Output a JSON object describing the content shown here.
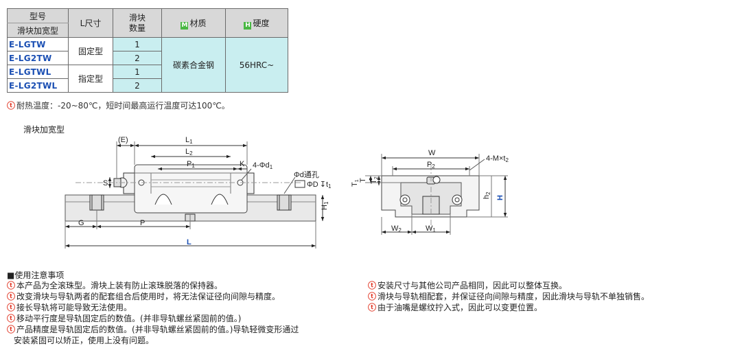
{
  "table": {
    "header": {
      "model_label": "型号",
      "model_sub_label": "滑块加宽型",
      "l_label": "L尺寸",
      "qty_label_1": "滑块",
      "qty_label_2": "数量",
      "material_badge": "M",
      "material_label": "材质",
      "hardness_badge": "H",
      "hardness_label": "硬度"
    },
    "rows": [
      {
        "model": "E-LGTW",
        "qty": "1"
      },
      {
        "model": "E-LG2TW",
        "qty": "2"
      },
      {
        "model": "E-LGTWL",
        "qty": "1"
      },
      {
        "model": "E-LG2TWL",
        "qty": "2"
      }
    ],
    "l_types": [
      "固定型",
      "指定型"
    ],
    "material": "碳素合金钢",
    "hardness": "56HRC~"
  },
  "heat_note": "耐热温度：-20~80℃，短时间最高运行温度可达100℃。",
  "section_title": "滑块加宽型",
  "drawing": {
    "labels": {
      "E": "(E)",
      "L1": "L",
      "L1_sub": "1",
      "L2": "L",
      "L2_sub": "2",
      "P1": "P",
      "P1_sub": "1",
      "K": "K",
      "holes": "4-Φd",
      "holes_sub": "1",
      "S": "S",
      "phi_d": "Φd通孔",
      "phi_D": "ΦD",
      "t1": "t",
      "t1_sub": "1",
      "H1": "H",
      "H1_sub": "1",
      "G": "G",
      "P": "P",
      "L": "L",
      "W": "W",
      "P2": "P",
      "P2_sub": "2",
      "M": "4-M×t",
      "M_sub": "2",
      "T1": "T",
      "T1_sub": "1",
      "T2": "T",
      "T2_sub": "2",
      "T": "T",
      "h2": "h",
      "h2_sub": "2",
      "H": "H",
      "W2": "W",
      "W2_sub": "2",
      "W1": "W",
      "W1_sub": "1"
    }
  },
  "notes": {
    "title": "■使用注意事项",
    "left": [
      "本产品为全滚珠型。滑块上装有防止滚珠脱落的保持器。",
      "改变滑块与导轨两者的配套组合后使用时，将无法保证径向间隙与精度。",
      "接长导轨将可能导致无法使用。",
      "移动平行度是导轨固定后的数值。(并非导轨螺丝紧固前的值。)",
      "产品精度是导轨固定后的数值。(并非导轨螺丝紧固前的值。)导轨轻微变形通过"
    ],
    "left_cont": "安装紧固可以矫正，使用上没有问题。",
    "right": [
      "安装尺寸与其他公司产品相同，因此可以整体互换。",
      "滑块与导轨相配套，并保证径向间隙与精度，因此滑块与导轨不单独销售。",
      "由于油嘴是螺纹拧入式，因此可以变更位置。"
    ]
  },
  "colors": {
    "cyan": "#c9eef0",
    "badge_green": "#49b843",
    "model_blue": "#1b4fb3",
    "mark_red": "#e0301e",
    "dim_blue": "#1b4fb3"
  }
}
